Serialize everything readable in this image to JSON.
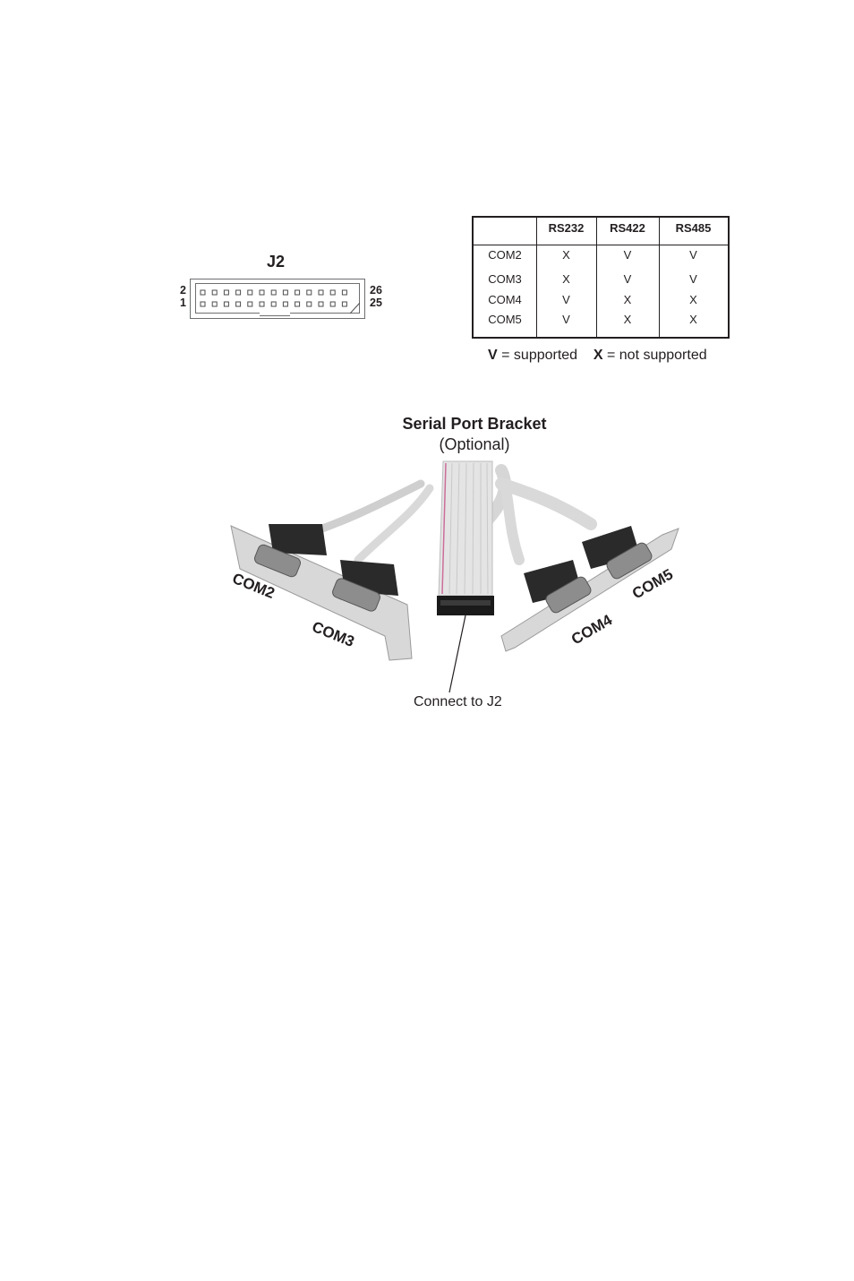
{
  "j2": {
    "title": "J2",
    "pin_top_left": "2",
    "pin_bottom_left": "1",
    "pin_top_right": "26",
    "pin_bottom_right": "25"
  },
  "table": {
    "headers": [
      "",
      "RS232",
      "RS422",
      "RS485"
    ],
    "rows": [
      [
        "COM2",
        "X",
        "V",
        "V"
      ],
      [
        "COM3",
        "X",
        "V",
        "V"
      ],
      [
        "COM4",
        "V",
        "X",
        "X"
      ],
      [
        "COM5",
        "V",
        "X",
        "X"
      ]
    ]
  },
  "legend": {
    "v_symbol": "V",
    "v_text": "= supported",
    "x_symbol": "X",
    "x_text": "= not supported"
  },
  "bracket": {
    "title": "Serial Port Bracket",
    "subtitle": "(Optional)",
    "labels": [
      "COM2",
      "COM3",
      "COM4",
      "COM5"
    ],
    "connect_label": "Connect to J2"
  }
}
